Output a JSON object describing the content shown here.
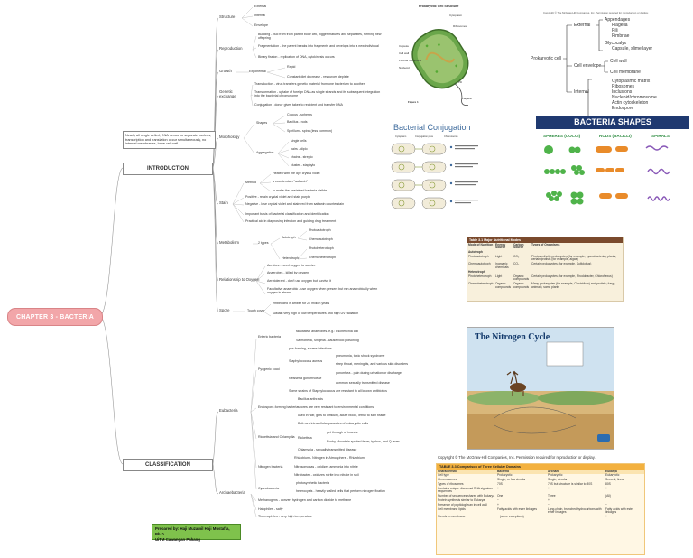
{
  "root": "CHAPTER 3 - BACTERIA",
  "branches": {
    "introduction": "INTRODUCTION",
    "classification": "CLASSIFICATION"
  },
  "intro_note": "Nearly all single celled, DNA nexus no separate nucleus, transcription and translation occur simultaneously, no internal membranes, have cell wall",
  "credit": {
    "line1": "Prepared by: Haji Muzamil Haji Mustaffa, Ph.D",
    "line2": "UiTM Cawangan Pahang"
  },
  "intro": {
    "structure": "Structure",
    "external": "External",
    "internal": "Internal",
    "envelope": "Envelope",
    "reproduction": "Reproduction",
    "budding": "Budding - bud from from parent body cell, bigger matures and separates, forming new offspring",
    "fragmentation": "Fragmentation - the parent breaks into fragments and develops into a new individual",
    "binary": "Binary fission - replication of DNA, cytokinesis occurs",
    "growth": "Growth",
    "exponential": "Exponential",
    "rapid": "Rapid",
    "constant": "Constant diet decrease - resources deplete",
    "genetic": "Genetic exchange",
    "transduction": "Transduction - virus transfers genetic material from one bacterium to another",
    "transformation": "Transformation - uptake of foreign DNA as single strands and its subsequent integration into the bacterial chromosome",
    "conjugation": "Conjugation - donor gives takes to recipient and transfer DNA",
    "morphology": "Morphology",
    "shapes": "Shapes",
    "cocci": "Coccus - spheres",
    "bacillus": "Bacillus - rods",
    "spirillum": "Spirillum - spiral (less common)",
    "aggregation": "Aggregation",
    "single": "single cells",
    "pairs": "pairs - diplo",
    "chains": "chains - strepto",
    "cluster": "cluster - staphylo",
    "stain": "Stain",
    "method": "Method",
    "heated": "Heated with the dye crystal violet",
    "counterstain": "a counterstain \"safranin\"",
    "violet": "to make the unstained bacteria visible",
    "positive": "Positive - retain crystal violet and stain purple",
    "negative": "Negative - lose crystal violet and stain red from safranin counterstain",
    "important": "Important basis of bacterial classification and identification",
    "practical": "Practical aid in diagnosing infection and guiding drug treatment",
    "metabolism": "Metabolism",
    "types": "2 types",
    "autotroph": "Autotroph",
    "photoautotroph": "Photoautotroph",
    "chemoautotroph": "Chemoautotroph",
    "heterotroph": "Heterotroph",
    "photoheterotroph": "Photoheterotroph",
    "chemoheterotroph": "Chemoheterotroph",
    "oxygen": "Relationship to Oxygen",
    "aerobes": "Aerobes - need oxygen to survive",
    "anaerobes": "Anaerobes - killed by oxygen",
    "aerotolerant": "Aerotolerant - don't use oxygen but survive it",
    "facultative": "Facultative anaerobic - use oxygen when present but run anaerobically when oxygen is absent",
    "spore": "Spore",
    "tough": "Tough cover",
    "embedded": "embedded in amber for 25 million years",
    "survive": "sustain very high or low temperatures and high UV radiation"
  },
  "classif": {
    "eubacteria": "Eubacteria",
    "archaebacteria": "Archaebacteria",
    "enteric": "Enteric bacteria",
    "facultative_anaerobes": "facultative anaerobes. e.g.: Escherichia coli",
    "salmonella": "Salmonella, Shigella - cause food poisoning",
    "pyogenic": "Pyogenic cocci",
    "pus": "pus forming, severe infections",
    "staph": "Staphylococcus aureus",
    "pneumonia": "pneumonia, toxic shock syndrome",
    "strep": "strep throat, meningitis, and various skin disorders",
    "neisseria": "Neisseria gonorrhoeae",
    "gonorrhea": "gonorrhea - pain during urination or discharge",
    "common": "common sexually transmitted disease",
    "resistant": "Some strains of Staphylococcus are resistant to all known antibiotics",
    "endospore": "Endospore-forming bacteria",
    "anthracis": "Bacillus anthracis",
    "spores": "spores are very resistant to environmental conditions",
    "lethal": "used in war, gets to difficulty, acute blood, lethal to skin tissue",
    "rickettsia": "Rickettsia and Chlamydia",
    "intracellular": "Both are intracellular parasites of eukaryotic cells",
    "rick": "Rickettsia",
    "lice": "get through of insects",
    "fever": "Rocky Mountain spotted fever, typhus, and Q fever",
    "chlamydia": "Chlamydia - sexually transmitted disease",
    "nitrogen": "Nitrogen bacteria",
    "rhizobium": "Rhizobium - Nitrogen in Atmosphere - Rhizobium",
    "nitrosomonas": "Nitrosomonas - oxidizes ammonia into nitrite",
    "nitrobacter": "Nitrobacter - oxidizes nitrite into nitrate in soil",
    "cyanobacteria": "Cyanobacteria",
    "photo": "photosynthetic bacteria",
    "heterocysts": "heterocysts - heavily walled cells that perform nitrogen fixation",
    "methanogens": "Methanogens - convert hydrogen and carbon dioxide to methane",
    "halophiles": "Halophiles - salty",
    "thermophiles": "Thermophiles - very high temperature"
  },
  "figures": {
    "prokaryote_title": "Prokaryotic Cell Structure",
    "prokaryote_labels": [
      "Cytoplasm",
      "Ribosomes",
      "Capsule",
      "Cell wall",
      "Plasma membrane",
      "Nucleoid",
      "Pili",
      "Flagella"
    ],
    "prokaryote_caption": "Figure 1",
    "conjugation_title": "Bacterial Conjugation",
    "conjugation_heads": [
      "Cytoplasm",
      "Conjugation pilus",
      "Chromosome"
    ],
    "shapes_title": "BACTERIA SHAPES",
    "shapes_heads": [
      "SPHERES (COCCI)",
      "RODS (BACILLI)",
      "SPIRALS"
    ],
    "nitrogen_title": "The Nitrogen Cycle",
    "copyright_mg": "Copyright © The McGraw-Hill Companies, Inc. Permission required for reproduction or display.",
    "copyright_mg2": "Copyright © The McGraw-Hill Companies, Inc. Permission required for reproduction or display."
  },
  "cell_tree": {
    "copyright": "Copyright © The McGraw-Hill Companies, Inc. Permission required for reproduction or display.",
    "root": "Prokaryotic cell",
    "external": "External",
    "external_items": [
      "Appendages",
      "Flagella",
      "Pili",
      "Fimbriae",
      "Glycocalyx",
      "Capsule, slime layer"
    ],
    "envelope": "Cell envelope",
    "envelope_items": [
      "Cell wall",
      "Cell membrane"
    ],
    "internal": "Internal",
    "internal_items": [
      "Cytoplasmic matrix",
      "Ribosomes",
      "Inclusions",
      "Nucleoid/chromosome",
      "Actin cytoskeleton",
      "Endospore"
    ]
  },
  "nutrition_table": {
    "title": "Table 3.1  Major Nutritional Modes",
    "headers": [
      "Mode of Nutrition",
      "Energy Source",
      "Carbon Source",
      "Types of Organisms"
    ],
    "groups": [
      {
        "name": "Autotroph",
        "rows": [
          [
            "Photoautotroph",
            "Light",
            "CO₂",
            "Photosynthetic prokaryotes (for example, cyanobacteria); plants; certain protists (for example, algae)"
          ],
          [
            "Chemoautotroph",
            "Inorganic chemicals",
            "CO₂",
            "Certain prokaryotes (for example, Sulfolobus)"
          ]
        ]
      },
      {
        "name": "Heterotroph",
        "rows": [
          [
            "Photoheterotroph",
            "Light",
            "Organic compounds",
            "Certain prokaryotes (for example, Rhodobacter, Chloroflexus)"
          ],
          [
            "Chemoheterotroph",
            "Organic compounds",
            "Organic compounds",
            "Many prokaryotes (for example, Clostridium) and protists; fungi; animals; some plants"
          ]
        ]
      }
    ]
  },
  "domains_table": {
    "title": "TABLE 3.3  Comparison of Three Cellular Domains",
    "headers": [
      "Characteristic",
      "Bacteria",
      "Archaea",
      "Eukarya"
    ],
    "rows": [
      [
        "Cell type",
        "Prokaryotic",
        "Prokaryotic",
        "Eukaryotic"
      ],
      [
        "Chromosomes",
        "Single, or few circular",
        "Single, circular",
        "Several, linear"
      ],
      [
        "Types of ribosomes",
        "70S",
        "70S but structure is similar to 80S",
        "80S"
      ],
      [
        "Contains unique ribosomal RNA signature sequences",
        "+",
        "+",
        "+"
      ],
      [
        "Number of sequences shared with Eukarya",
        "One",
        "Three",
        "(All)"
      ],
      [
        "Protein synthesis similar to Eukarya",
        "−",
        "+",
        ""
      ],
      [
        "Presence of peptidoglycan in cell wall",
        "+",
        "−",
        "−"
      ],
      [
        "Cell membrane lipids",
        "Fatty acids with ester linkages",
        "Long-chain, branched hydrocarbons with ether linkages",
        "Fatty acids with ester linkages"
      ],
      [
        "Sterols in membrane",
        "− (some exceptions)",
        "−",
        "+"
      ]
    ]
  },
  "colors": {
    "root_fill": "#f2a6a9",
    "credit_fill": "#7fc24c",
    "shapes_banner": "#1f3970",
    "table_header": "#f3b13f",
    "nutrition_header": "#7a4a2d"
  }
}
